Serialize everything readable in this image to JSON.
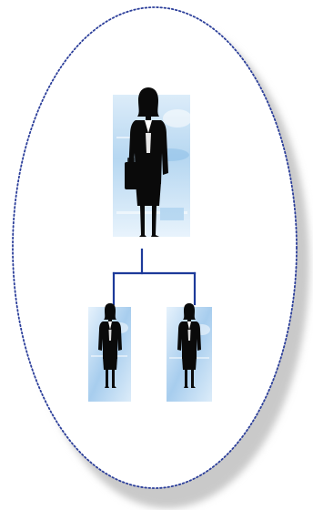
{
  "diagram": {
    "type": "org-chart",
    "levels": [
      {
        "role": "manager",
        "figures": [
          "businesswoman-with-briefcase"
        ]
      },
      {
        "role": "subordinates",
        "figures": [
          "businesswoman",
          "businesswoman"
        ]
      }
    ],
    "colors": {
      "ellipse_border": "#2b3e9a",
      "ellipse_fill": "#ffffff",
      "ellipse_shadow": "#c8c8c8",
      "connector": "#1d3a9a",
      "silhouette": "#0a0a0a",
      "panel_light": "#e3f0fb",
      "panel_mid": "#a9cfee",
      "panel_dark": "#7fb3df"
    }
  }
}
